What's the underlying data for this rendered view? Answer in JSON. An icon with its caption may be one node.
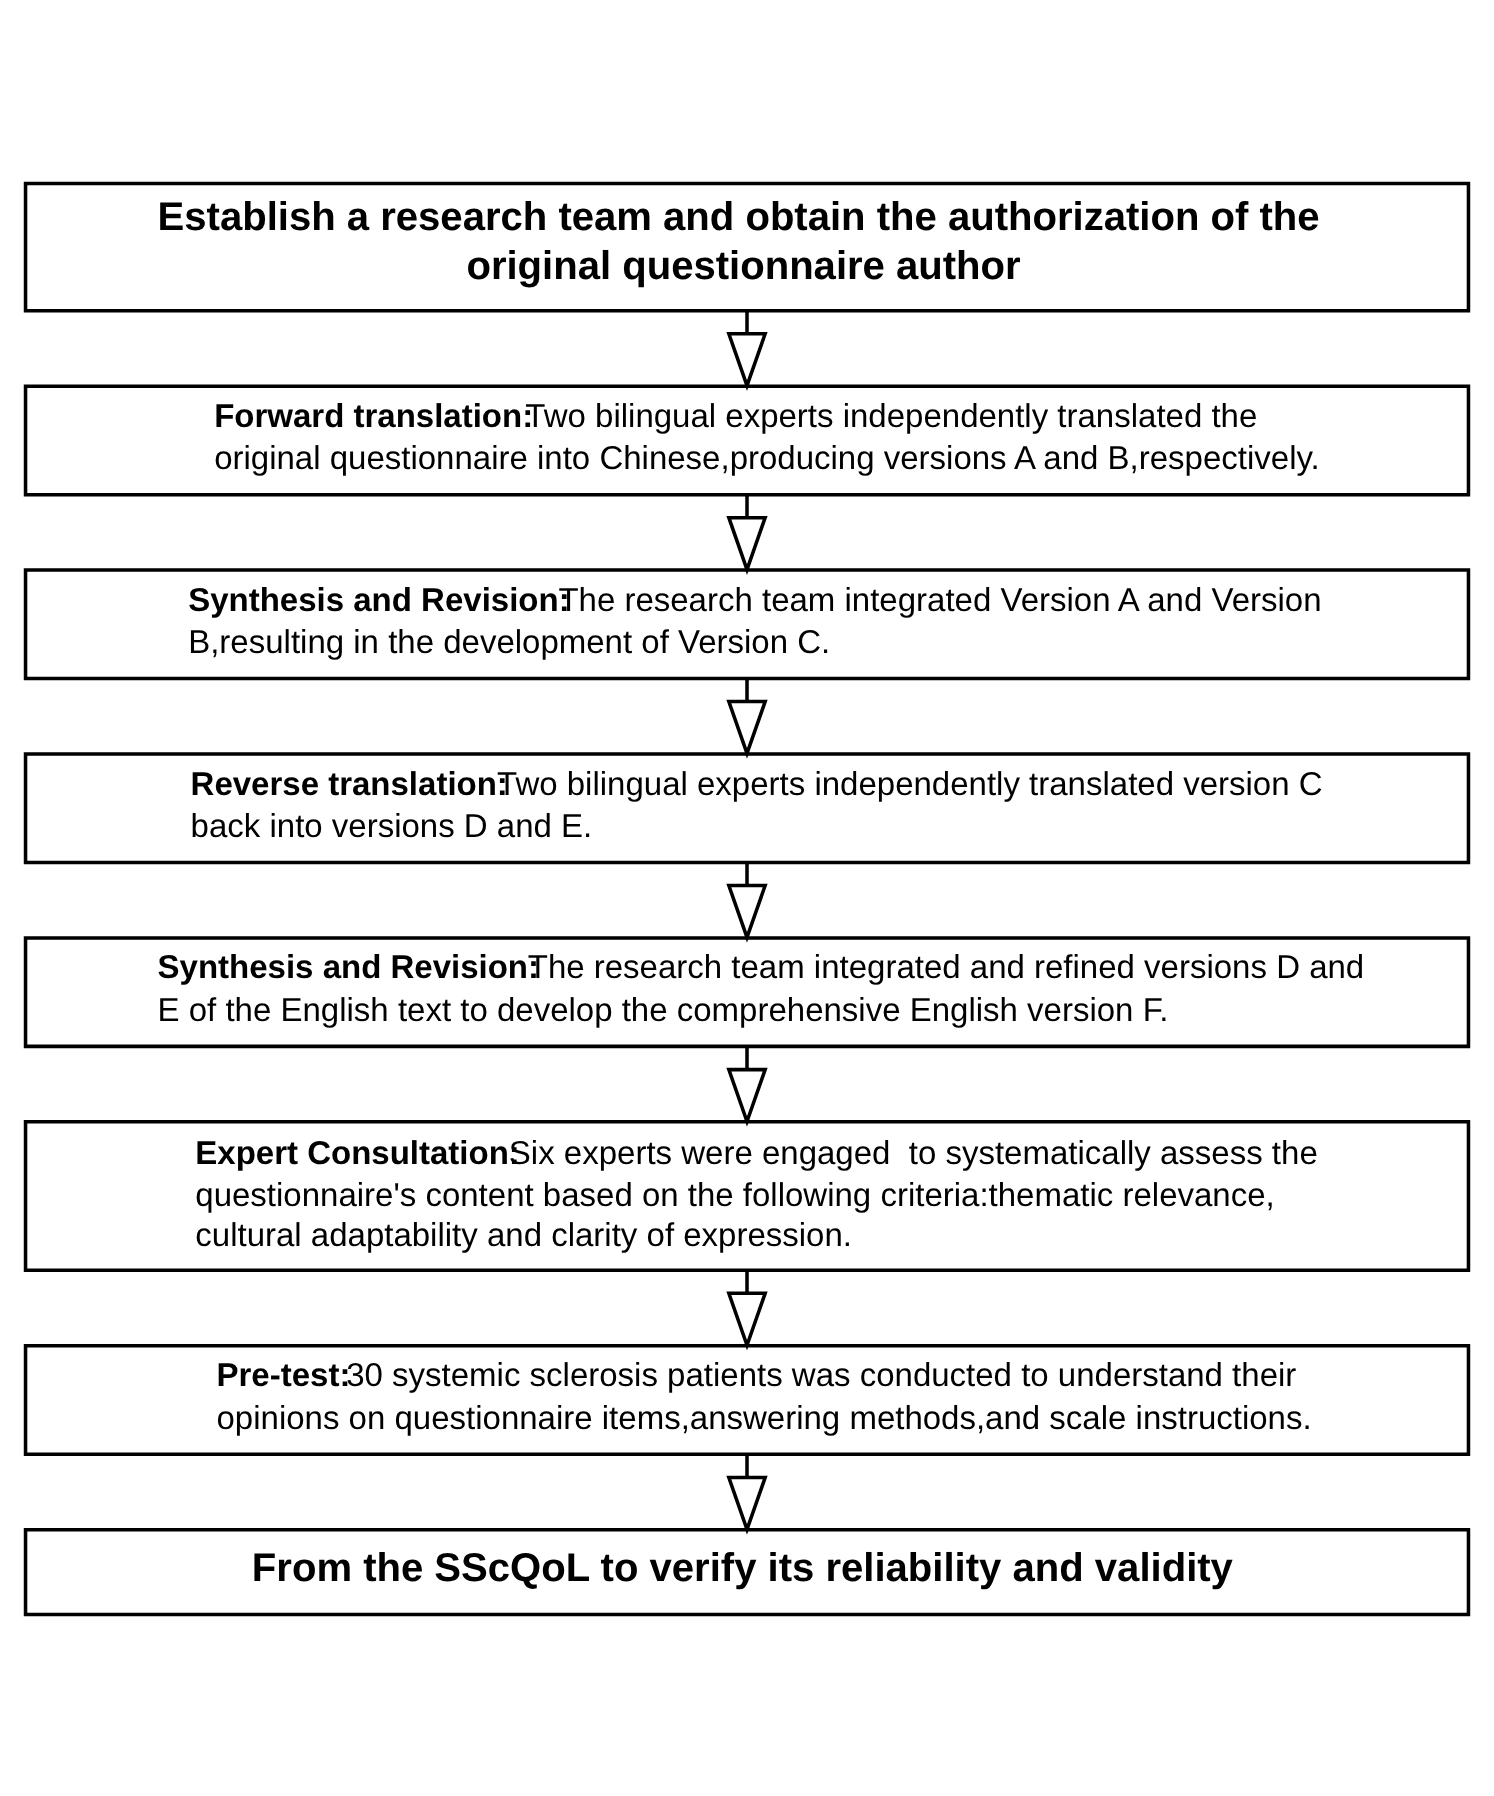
{
  "diagram": {
    "nodes": [
      {
        "text": [
          "Establish a research team and obtain the authorization of the original questionnaire author"
        ]
      },
      {
        "text": [
          "Forward translation:",
          "Two bilingual experts independently translated the original questionnaire into Chinese,producing versions A and B,respectively."
        ]
      },
      {
        "text": [
          "Synthesis and Revision:",
          "The research team integrated Version A and Version B,resulting in the development of Version C."
        ]
      },
      {
        "text": [
          "Reverse translation:",
          "Two bilingual experts independently translated version C back into versions D and E."
        ]
      },
      {
        "text": [
          "Synthesis and Revision:",
          "The research team integrated and refined versions D and E of the English text to develop the comprehensive English version F."
        ]
      },
      {
        "text": [
          "Expert Consultation:",
          "Six experts were engaged  to systematically assess the questionnaire's content based on the following criteria:thematic relevance, cultural adaptability and clarity of expression."
        ]
      },
      {
        "text": [
          "Pre-test:",
          "30 systemic sclerosis patients was conducted to understand their opinions on questionnaire items,answering methods,and scale instructions."
        ]
      },
      {
        "text": [
          "From the SScQoL to verify its reliability and validity"
        ]
      }
    ],
    "edges": [
      {
        "from": 0,
        "to": 1,
        "arrow": "to"
      },
      {
        "from": 1,
        "to": 2,
        "arrow": "to"
      },
      {
        "from": 2,
        "to": 3,
        "arrow": "to"
      },
      {
        "from": 3,
        "to": 4,
        "arrow": "to"
      },
      {
        "from": 4,
        "to": 5,
        "arrow": "to"
      },
      {
        "from": 5,
        "to": 6,
        "arrow": "to"
      },
      {
        "from": 6,
        "to": 7,
        "arrow": "to"
      }
    ]
  }
}
